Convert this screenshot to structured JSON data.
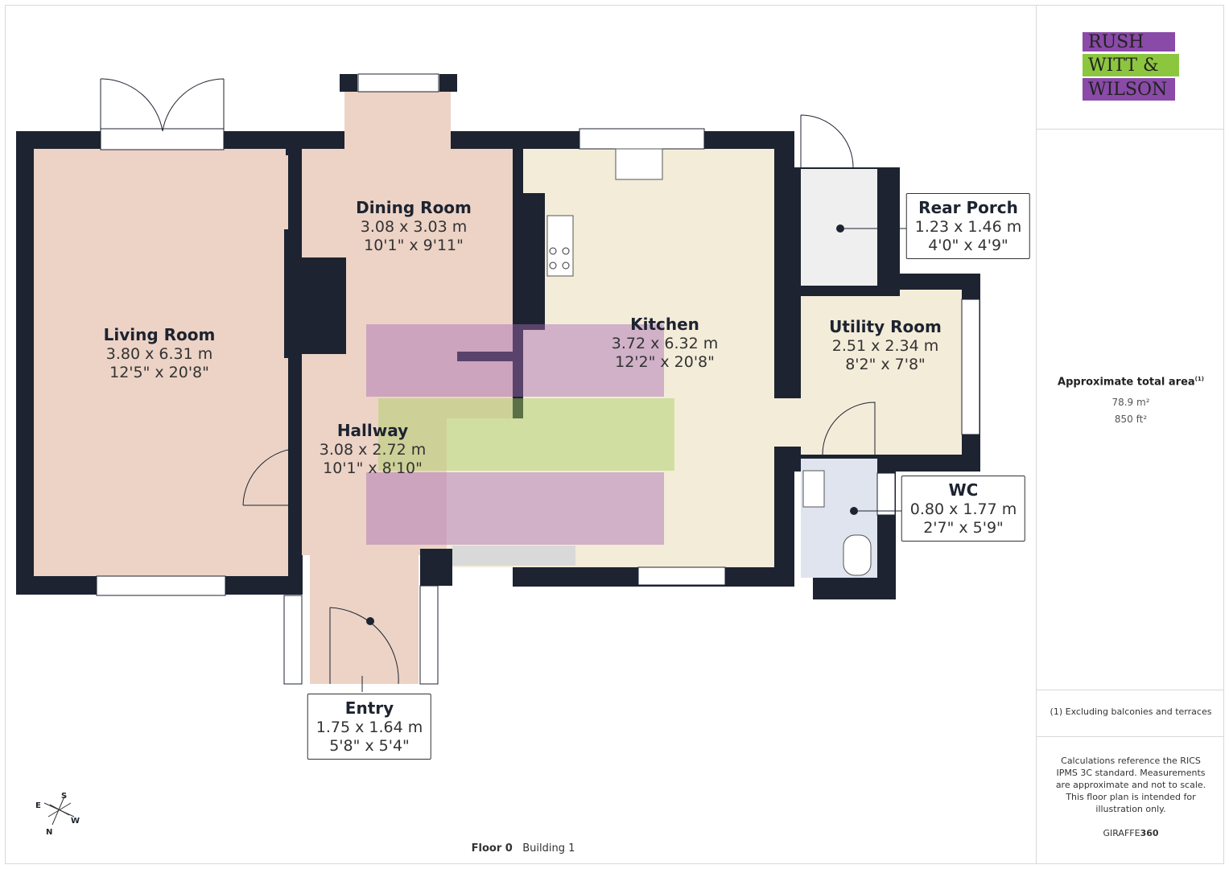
{
  "rooms": [
    {
      "name": "Living Room",
      "metric": "3.80 x 6.31 m",
      "imperial": "12'5\" x 20'8\""
    },
    {
      "name": "Dining Room",
      "metric": "3.08 x 3.03 m",
      "imperial": "10'1\" x 9'11\""
    },
    {
      "name": "Kitchen",
      "metric": "3.72 x 6.32 m",
      "imperial": "12'2\" x 20'8\""
    },
    {
      "name": "Hallway",
      "metric": "3.08 x 2.72 m",
      "imperial": "10'1\" x 8'10\""
    },
    {
      "name": "Utility Room",
      "metric": "2.51 x 2.34 m",
      "imperial": "8'2\" x 7'8\""
    },
    {
      "name": "Rear Porch",
      "metric": "1.23 x 1.46 m",
      "imperial": "4'0\" x 4'9\""
    },
    {
      "name": "WC",
      "metric": "0.80 x 1.77 m",
      "imperial": "2'7\" x 5'9\""
    },
    {
      "name": "Entry",
      "metric": "1.75 x 1.64 m",
      "imperial": "5'8\" x 5'4\""
    }
  ],
  "logo": {
    "line1": "RUSH",
    "line2": "WITT &",
    "line3": "WILSON",
    "colors": {
      "purple": "#8a4aa8",
      "green": "#8cc63f"
    }
  },
  "area": {
    "title": "Approximate total area",
    "footnote_mark": "(1)",
    "metric": "78.9 m²",
    "imperial": "850 ft²"
  },
  "footnote": "(1) Excluding balconies and terraces",
  "disclaimer": "Calculations reference the RICS IPMS 3C standard. Measurements are approximate and not to scale. This floor plan is intended for illustration only.",
  "brand": {
    "a": "GIRAFFE",
    "b": "360"
  },
  "floor": {
    "label": "Floor 0",
    "building": "Building 1"
  },
  "compass": {
    "n": "N",
    "s": "S",
    "e": "E",
    "w": "W"
  },
  "colors": {
    "wall": "#1d2330",
    "living": "#ecd3c6",
    "kitchen": "#f3ecd9",
    "porch": "#efefef",
    "wc": "#dfe4ef",
    "stairs": "#d9d9d9"
  }
}
